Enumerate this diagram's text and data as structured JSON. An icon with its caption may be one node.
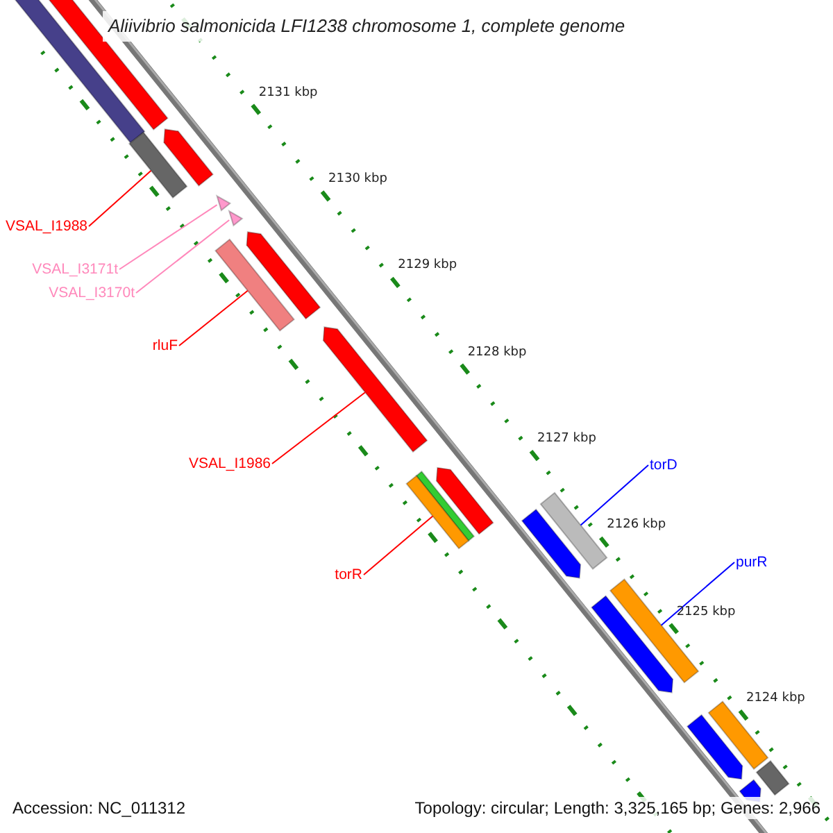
{
  "diagram": {
    "title": "Aliivibrio salmonicida LFI1238 chromosome 1, complete genome",
    "nodes": [
      {
        "text": [
          "VSAL_I1988"
        ]
      },
      {
        "text": [],
        "shape": "bar"
      },
      {
        "text": [
          "VSAL_I3171t"
        ]
      },
      {
        "text": [],
        "shape": "triangle"
      },
      {
        "text": [
          "VSAL_I3170t"
        ]
      },
      {
        "text": [],
        "shape": "triangle"
      },
      {
        "text": [
          "rluF"
        ]
      },
      {
        "text": [],
        "shape": "bar"
      },
      {
        "text": [
          "VSAL_I1986"
        ]
      },
      {
        "text": [],
        "shape": "bar"
      },
      {
        "text": [
          "torR"
        ]
      },
      {
        "text": [],
        "shape": "bar"
      },
      {
        "text": [
          "torD"
        ]
      },
      {
        "text": [],
        "shape": "bar"
      },
      {
        "text": [
          "purR"
        ]
      },
      {
        "text": [],
        "shape": "bar"
      },
      {
        "text": [],
        "shape": "bar"
      },
      {
        "text": [],
        "shape": "bar"
      },
      {
        "text": [],
        "shape": "bar"
      },
      {
        "text": [],
        "shape": "bar"
      },
      {
        "text": [],
        "shape": "bar"
      },
      {
        "text": [],
        "shape": "bar"
      },
      {
        "text": [],
        "shape": "bar"
      },
      {
        "text": [],
        "shape": "bar"
      },
      {
        "text": [],
        "shape": "bar"
      },
      {
        "text": [],
        "shape": "bar"
      },
      {
        "text": [],
        "shape": "bar"
      },
      {
        "text": [],
        "shape": "bar"
      }
    ],
    "edges": [
      {
        "from": 0,
        "to": 1,
        "arrow": "none"
      },
      {
        "from": 2,
        "to": 3,
        "arrow": "none",
        "color": "#ff88bb"
      },
      {
        "from": 4,
        "to": 5,
        "arrow": "none",
        "color": "#ff88bb"
      },
      {
        "from": 6,
        "to": 7,
        "arrow": "none"
      },
      {
        "from": 8,
        "to": 9,
        "arrow": "none"
      },
      {
        "from": 10,
        "to": 11,
        "arrow": "none"
      },
      {
        "from": 12,
        "to": 13,
        "arrow": "none",
        "color": "#0000ff"
      },
      {
        "from": 14,
        "to": 15,
        "arrow": "none",
        "color": "#0000ff"
      }
    ],
    "labels": [
      "2131 kbp",
      "2130 kbp",
      "2129 kbp",
      "2128 kbp",
      "2127 kbp",
      "2126 kbp",
      "2125 kbp",
      "2124 kbp",
      "Accession: NC_011312",
      "Topology: circular; Length: 3,325,165 bp; Genes: 2,966"
    ]
  }
}
